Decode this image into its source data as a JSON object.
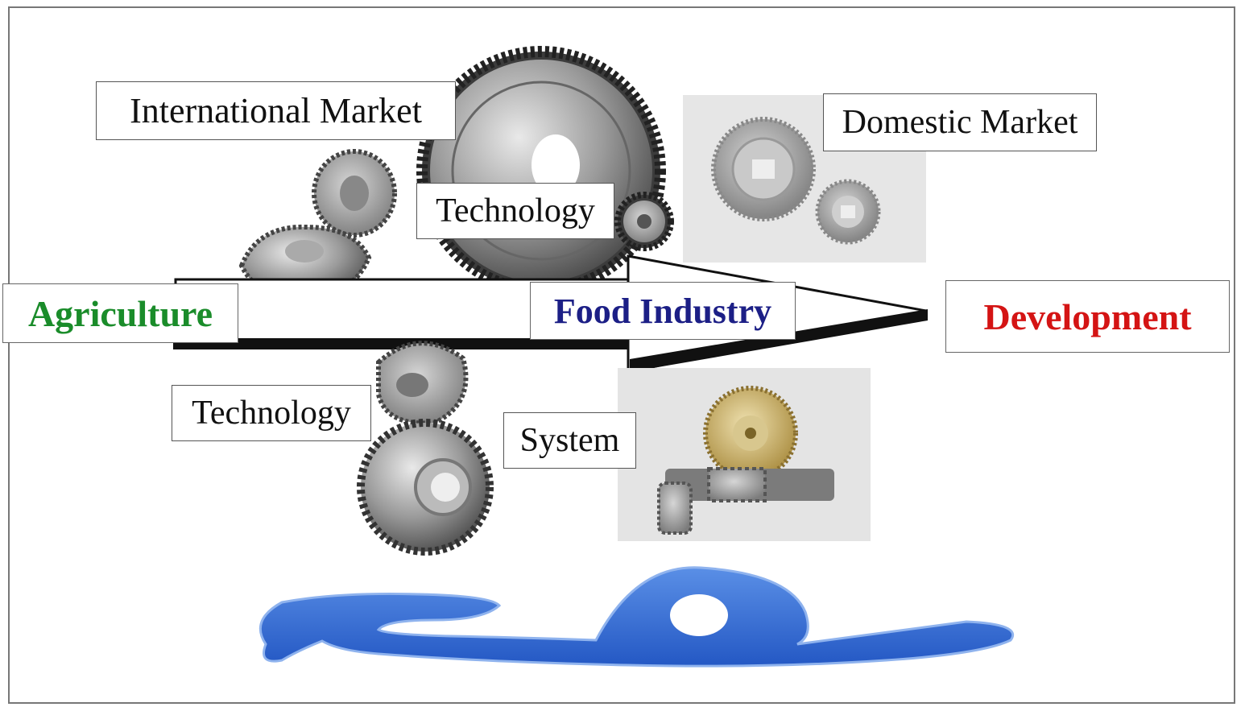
{
  "labels": {
    "international_market": "International Market",
    "technology_top": "Technology",
    "domestic_market": "Domestic Market",
    "technology_bottom": "Technology",
    "system": "System",
    "agriculture": "Agriculture",
    "food_industry": "Food Industry",
    "development": "Development"
  },
  "colors": {
    "agriculture": "#1a8c2a",
    "food_industry": "#1c1f86",
    "development": "#d41414",
    "logo_blue": "#2f6fd6"
  },
  "icons": [
    "bevel-gear-pair-icon",
    "large-spur-gear-icon",
    "small-spur-gear-icon",
    "domestic-gears-photo-icon",
    "helical-gear-pair-icon",
    "worm-gear-photo-icon",
    "blue-logo-icon"
  ]
}
